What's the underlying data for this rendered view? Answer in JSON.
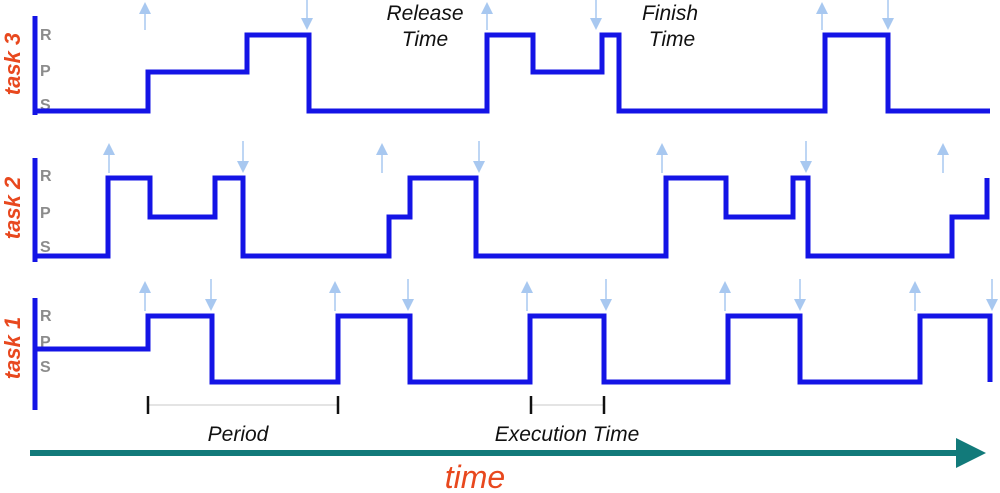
{
  "colors": {
    "signal": "#1414e6",
    "task_label": "#e8481e",
    "state_label": "#8c8c8c",
    "release_arrow": "#a8c8f0",
    "finish_arrow": "#a8c8f0",
    "time_axis": "#127a7a",
    "annotation_text": "#111111",
    "period_line": "#c8c8c8"
  },
  "state_labels": [
    "R",
    "P",
    "S"
  ],
  "tasks": [
    {
      "name": "task 3",
      "release_x": [
        145,
        487,
        822
      ],
      "finish_x": [
        307,
        596,
        888
      ],
      "waveform": [
        [
          "S",
          35
        ],
        [
          "P",
          148
        ],
        [
          "R",
          247
        ],
        [
          "S",
          309
        ],
        [
          "R",
          487
        ],
        [
          "P",
          533
        ],
        [
          "R",
          602
        ],
        [
          "S",
          619
        ],
        [
          "R",
          825
        ],
        [
          "S",
          888
        ],
        [
          "S",
          990
        ]
      ]
    },
    {
      "name": "task 2",
      "release_x": [
        109,
        382,
        662,
        943
      ],
      "finish_x": [
        243,
        479,
        806
      ],
      "waveform": [
        [
          "S",
          35
        ],
        [
          "R",
          108
        ],
        [
          "P",
          150
        ],
        [
          "R",
          215
        ],
        [
          "S",
          243
        ],
        [
          "P",
          389
        ],
        [
          "R",
          410
        ],
        [
          "S",
          476
        ],
        [
          "R",
          666
        ],
        [
          "P",
          726
        ],
        [
          "R",
          793
        ],
        [
          "S",
          808
        ],
        [
          "P",
          952
        ],
        [
          "R",
          987
        ]
      ]
    },
    {
      "name": "task 1",
      "release_x": [
        145,
        335,
        527,
        725,
        915
      ],
      "finish_x": [
        211,
        408,
        606,
        800,
        992
      ],
      "waveform": [
        [
          "P",
          35
        ],
        [
          "R",
          148
        ],
        [
          "S",
          212
        ],
        [
          "R",
          338
        ],
        [
          "S",
          410
        ],
        [
          "R",
          530
        ],
        [
          "S",
          604
        ],
        [
          "R",
          728
        ],
        [
          "S",
          800
        ],
        [
          "R",
          920
        ],
        [
          "S",
          990
        ]
      ]
    }
  ],
  "annotations": {
    "release_time": [
      "Release",
      "Time"
    ],
    "finish_time": [
      "Finish",
      "Time"
    ],
    "period": "Period",
    "execution_time": "Execution Time",
    "time": "time"
  },
  "brackets": {
    "period": [
      148,
      338
    ],
    "execution": [
      531,
      604
    ]
  }
}
